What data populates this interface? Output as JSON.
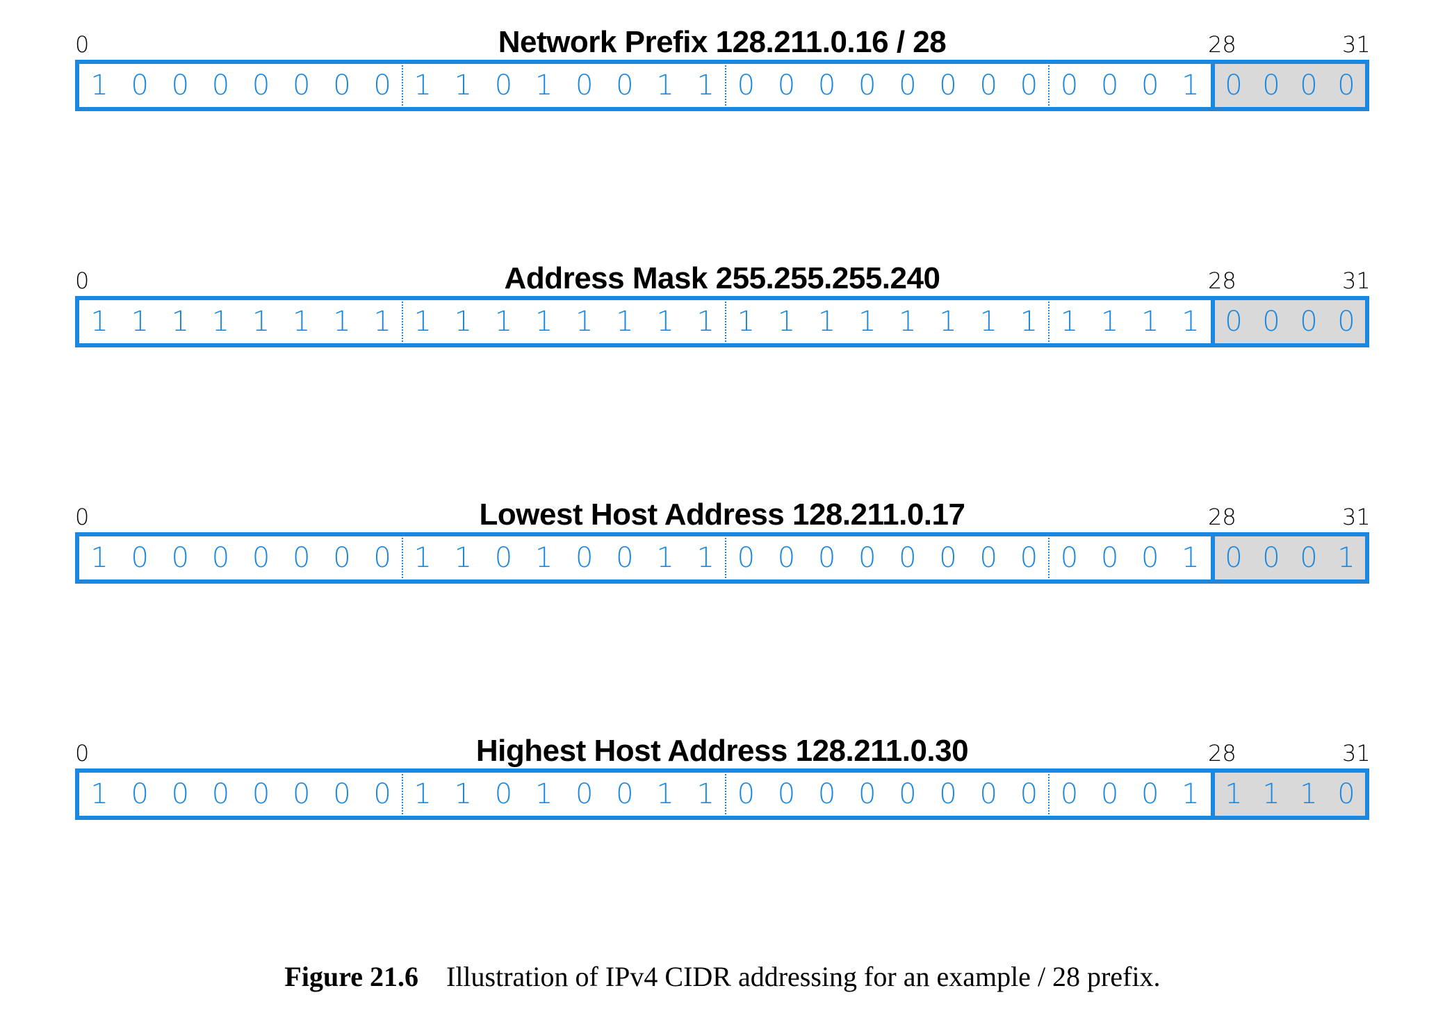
{
  "figure": {
    "caption_label": "Figure 21.6",
    "caption_text": "Illustration of IPv4 CIDR addressing for an example / 28 prefix."
  },
  "colors": {
    "bit_blue": "#1a88e0",
    "border_blue": "#1a88e0",
    "suffix_shade": "#d9d9d9",
    "text_black": "#000000",
    "background": "#ffffff"
  },
  "ticks": {
    "start": "0",
    "prefix_end": "28",
    "end": "31"
  },
  "rows": [
    {
      "title": "Network Prefix 128.211.0.16 / 28",
      "prefix_bits": "1000000011010011000000000001",
      "suffix_bits": "0000"
    },
    {
      "title": "Address Mask 255.255.255.240",
      "prefix_bits": "1111111111111111111111111111",
      "suffix_bits": "0000"
    },
    {
      "title": "Lowest Host Address 128.211.0.17",
      "prefix_bits": "1000000011010011000000000001",
      "suffix_bits": "0001"
    },
    {
      "title": "Highest Host Address 128.211.0.30",
      "prefix_bits": "1000000011010011000000000001",
      "suffix_bits": "1110"
    }
  ]
}
